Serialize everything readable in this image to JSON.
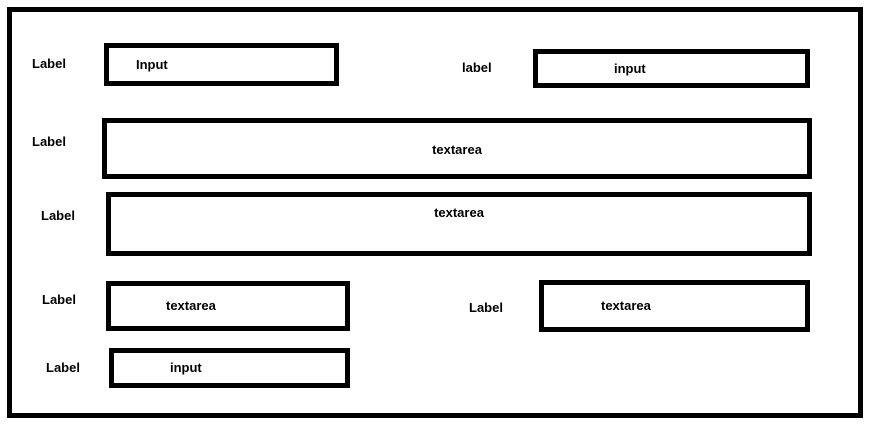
{
  "form": {
    "row1": {
      "left_label": "Label",
      "left_field": "Input",
      "right_label": "label",
      "right_field": "input"
    },
    "row2": {
      "label": "Label",
      "field": "textarea"
    },
    "row3": {
      "label": "Label",
      "field": "textarea"
    },
    "row4": {
      "left_label": "Label",
      "left_field": "textarea",
      "right_label": "Label",
      "right_field": "textarea"
    },
    "row5": {
      "label": "Label",
      "field": "input"
    }
  }
}
